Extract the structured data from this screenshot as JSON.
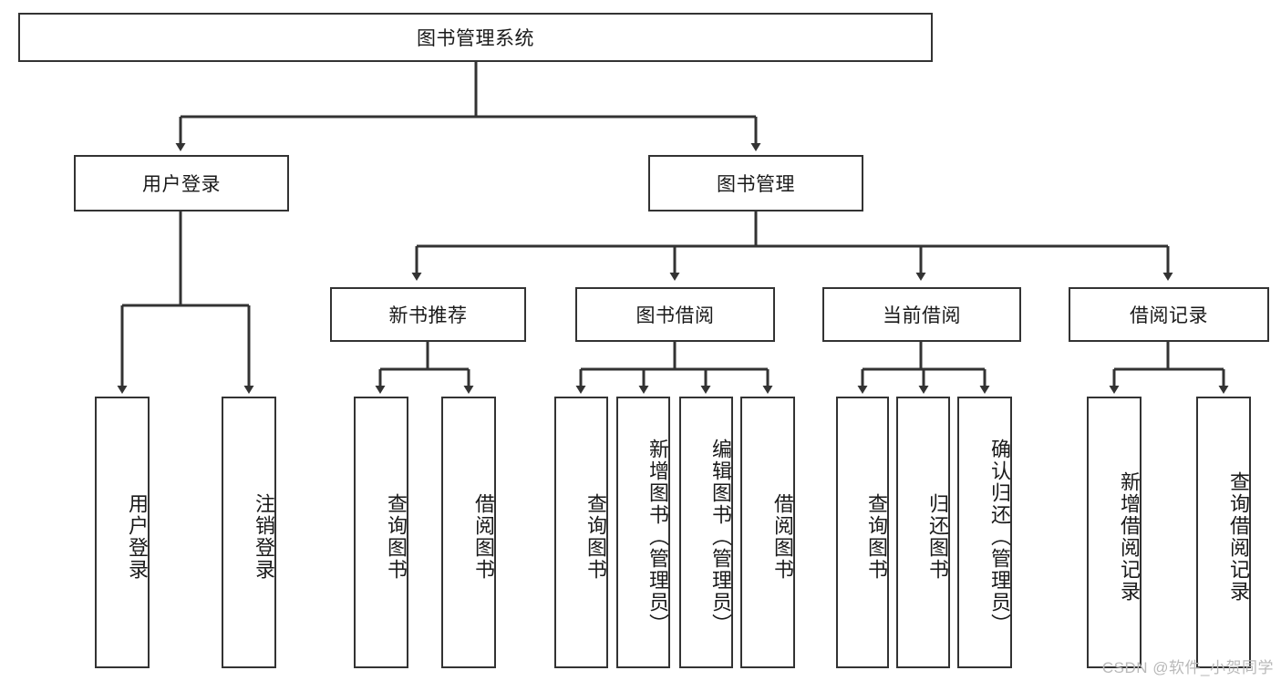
{
  "diagram": {
    "title": "图书管理系统",
    "type": "tree-hierarchy-chart",
    "root": {
      "label": "图书管理系统"
    },
    "level2": [
      {
        "label": "用户登录"
      },
      {
        "label": "图书管理"
      }
    ],
    "level3": [
      {
        "label": "新书推荐"
      },
      {
        "label": "图书借阅"
      },
      {
        "label": "当前借阅"
      },
      {
        "label": "借阅记录"
      }
    ],
    "leaves_user_login": [
      {
        "label": "用户登录"
      },
      {
        "label": "注销登录"
      }
    ],
    "leaves_new_book": [
      {
        "label": "查询图书"
      },
      {
        "label": "借阅图书"
      }
    ],
    "leaves_borrow": [
      {
        "label": "查询图书"
      },
      {
        "label": "新增图书（管理员）"
      },
      {
        "label": "编辑图书（管理员）"
      },
      {
        "label": "借阅图书"
      }
    ],
    "leaves_current": [
      {
        "label": "查询图书"
      },
      {
        "label": "归还图书"
      },
      {
        "label": "确认归还（管理员）"
      }
    ],
    "leaves_records": [
      {
        "label": "新增借阅记录"
      },
      {
        "label": "查询借阅记录"
      }
    ]
  },
  "watermark": {
    "text": "CSDN @软件_小贺同学"
  },
  "colors": {
    "stroke": "#333333",
    "text": "#1a1a1a",
    "background": "#ffffff",
    "watermark": "#b9b9b9"
  }
}
